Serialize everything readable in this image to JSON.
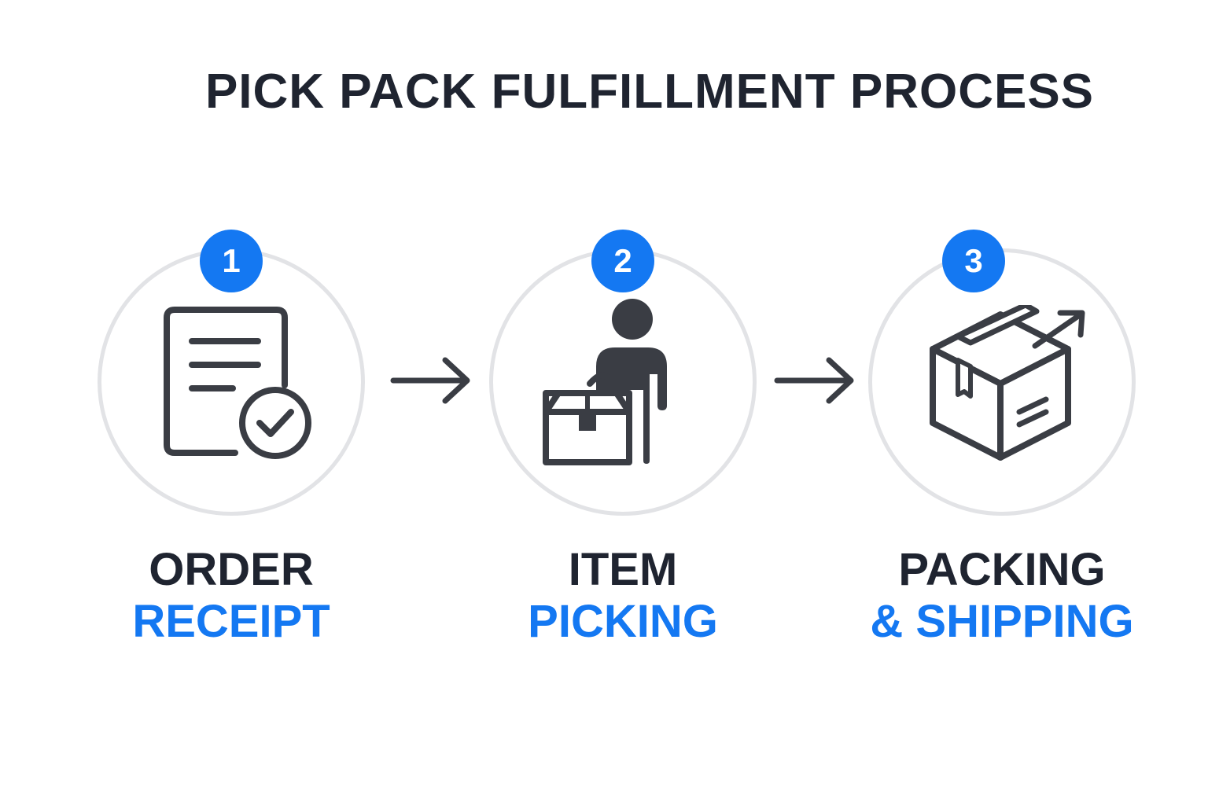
{
  "title": "PICK PACK FULFILLMENT PROCESS",
  "colors": {
    "accent": "#1478f2",
    "dark": "#1f2430",
    "icon": "#3a3d44",
    "ring": "#e2e3e6"
  },
  "steps": [
    {
      "number": "1",
      "line1": "ORDER",
      "line2": "RECEIPT",
      "icon": "document-check-icon"
    },
    {
      "number": "2",
      "line1": "ITEM",
      "line2": "PICKING",
      "icon": "person-box-icon"
    },
    {
      "number": "3",
      "line1": "PACKING",
      "line2": "& SHIPPING",
      "icon": "box-shipping-icon"
    }
  ],
  "connectors": [
    "arrow-right-icon",
    "arrow-right-icon"
  ]
}
